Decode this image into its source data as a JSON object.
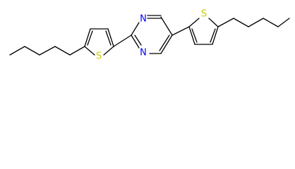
{
  "molecule": {
    "atoms": [
      {
        "id": "n1",
        "symbol": "N",
        "color": "#0000ff"
      },
      {
        "id": "n2",
        "symbol": "N",
        "color": "#0000ff"
      },
      {
        "id": "s1",
        "symbol": "S",
        "color": "#cccc00"
      },
      {
        "id": "s2",
        "symbol": "S",
        "color": "#cccc00"
      }
    ]
  },
  "colors": {
    "bond": "#000000",
    "nitrogen": "#0000ff",
    "sulfur": "#cccc00",
    "background": "#ffffff"
  }
}
